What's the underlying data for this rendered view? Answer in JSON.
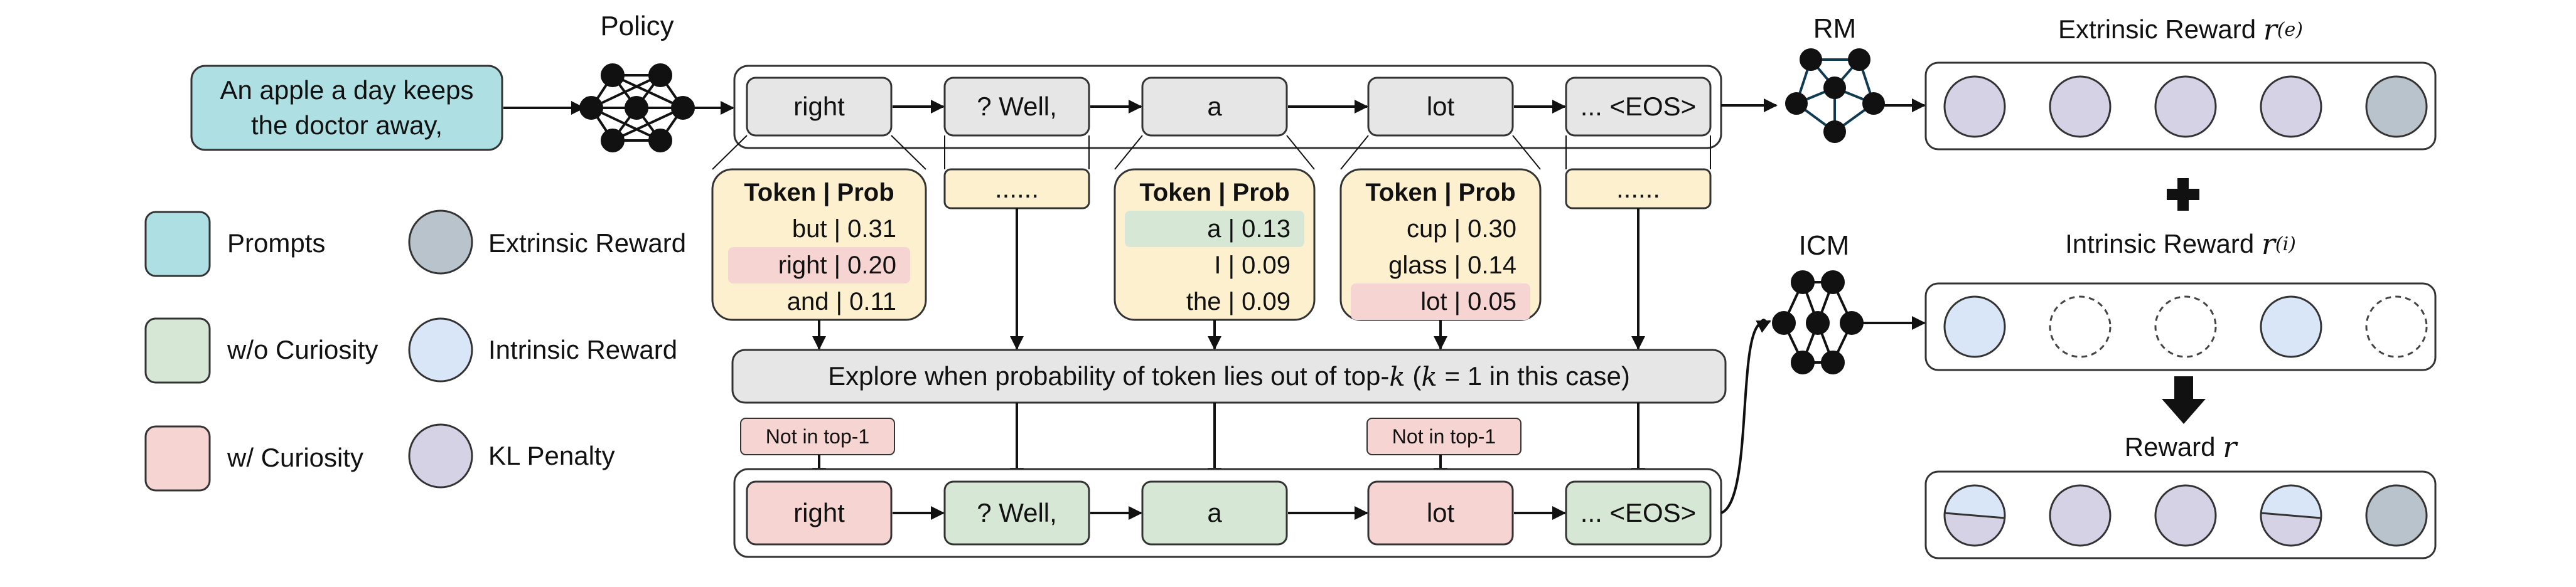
{
  "prompt_text_line1": "An apple a day keeps",
  "prompt_text_line2": "the doctor away,",
  "policy_title": "Policy",
  "rm_title": "RM",
  "icm_title": "ICM",
  "top_row_tokens": [
    "right",
    "? Well,",
    "a",
    "lot",
    "... <EOS>"
  ],
  "bottom_row_tokens": [
    "right",
    "? Well,",
    "a",
    "lot",
    "... <EOS>"
  ],
  "ellipsis_boxes": [
    "......",
    "......"
  ],
  "prob_tables": [
    {
      "header": "Token | Prob",
      "rows": [
        "but | 0.31",
        "right | 0.20",
        "and | 0.11"
      ],
      "highlight": [
        null,
        "red",
        null
      ]
    },
    {
      "header": "Token | Prob",
      "rows": [
        "a | 0.13",
        "I | 0.09",
        "the | 0.09"
      ],
      "highlight": [
        "green",
        null,
        null
      ]
    },
    {
      "header": "Token | Prob",
      "rows": [
        "cup | 0.30",
        "glass | 0.14",
        "lot | 0.05"
      ],
      "highlight": [
        null,
        null,
        "red"
      ]
    }
  ],
  "explore_text": "Explore when probability of token lies out of top-k (k = 1 in this case)",
  "explore_parts": {
    "pre": "Explore when probability of token lies out of top-",
    "k": "k",
    "mid": " (",
    "k2": "k",
    "post": " = 1 in this case)"
  },
  "not_in_top_tags": [
    "Not in top-1",
    "Not in top-1"
  ],
  "legend": {
    "prompts": "Prompts",
    "without_curiosity": "w/o Curiosity",
    "with_curiosity": "w/ Curiosity",
    "extrinsic_reward": "Extrinsic Reward",
    "intrinsic_reward": "Intrinsic Reward",
    "kl_penalty": "KL Penalty"
  },
  "extrinsic_title": {
    "text": "Extrinsic Reward ",
    "symbol": "r",
    "sup": "(e)"
  },
  "intrinsic_title": {
    "text": "Intrinsic Reward ",
    "symbol": "r",
    "sup": "(i)"
  },
  "reward_title": {
    "text": "Reward ",
    "symbol": "r"
  },
  "colors": {
    "prompt": "#aee0e3",
    "gray_box": "#e6e6e6",
    "yellow": "#fdf0cf",
    "green": "#d6e8d5",
    "red": "#f6d4d2",
    "extrinsic": "#b8c3cc",
    "intrinsic": "#d9e6f7",
    "kl": "#d6d2e6"
  }
}
